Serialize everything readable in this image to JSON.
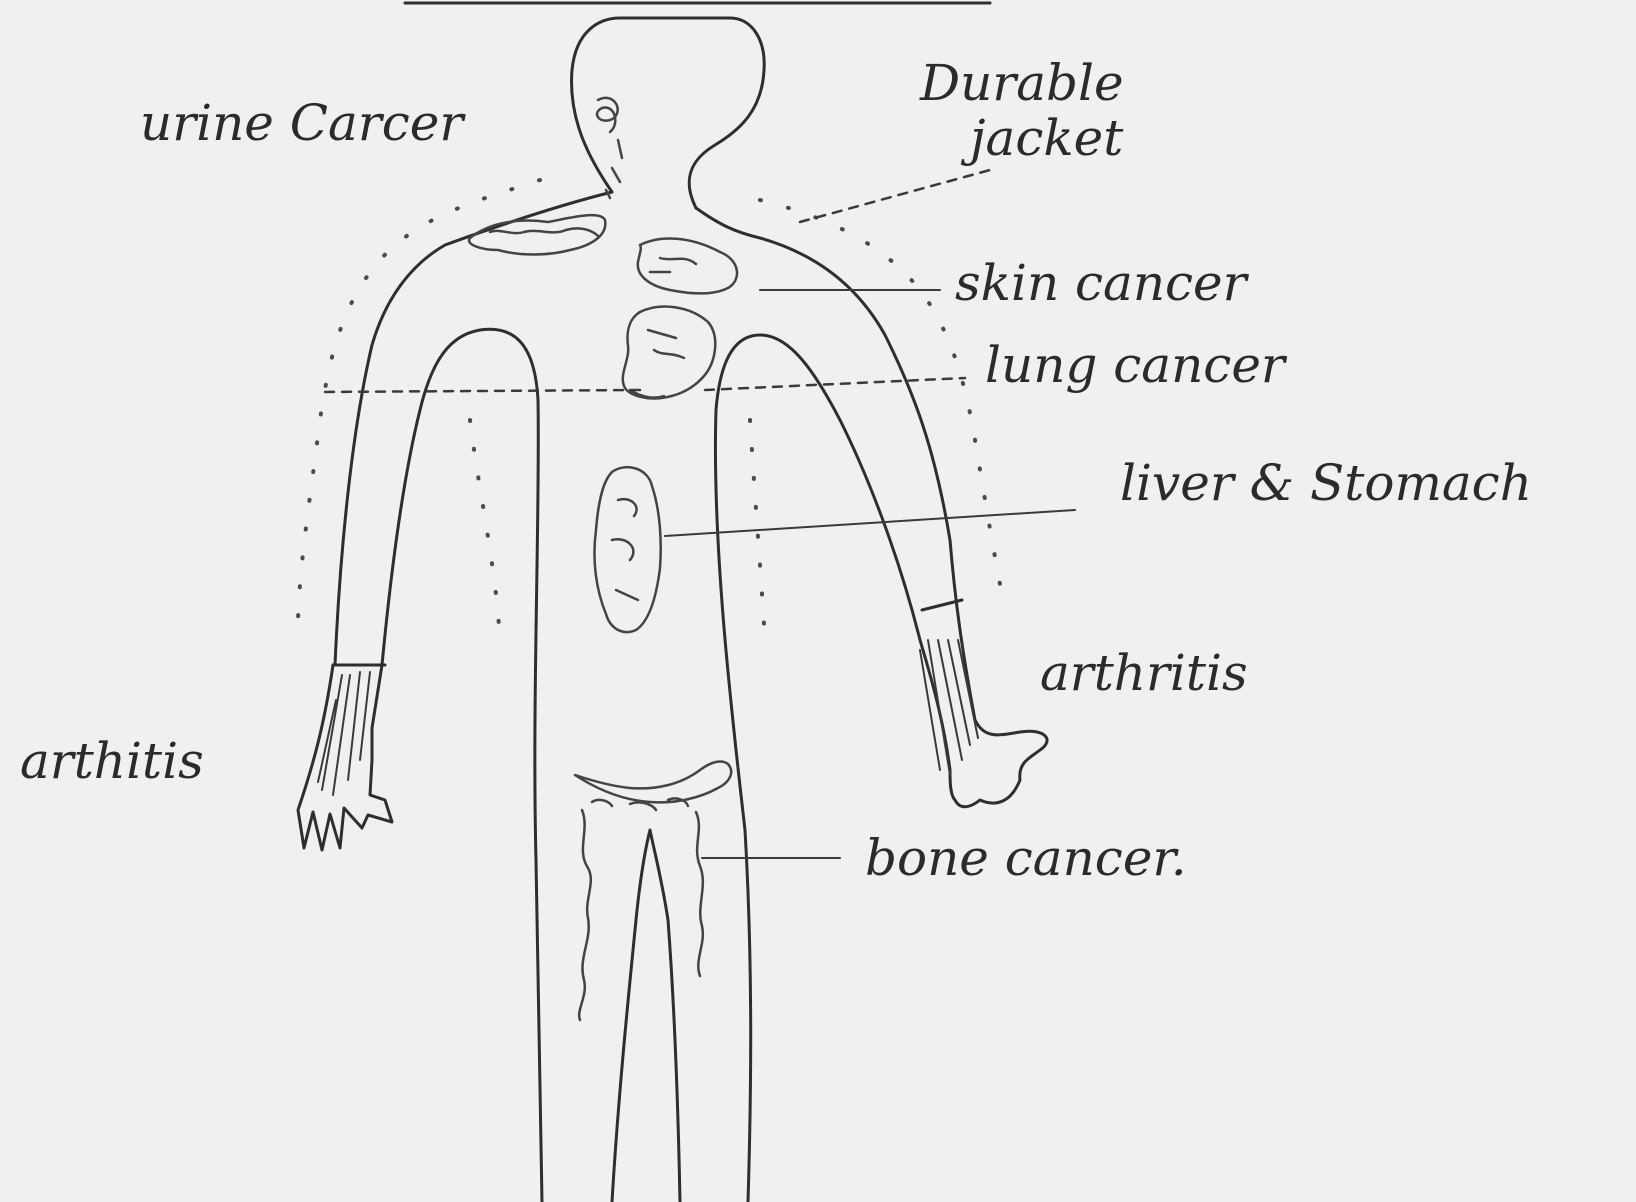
{
  "labels": {
    "urine_cancer": "urine Carcer",
    "jacket": "jacket",
    "jacket_prefix": "Durable",
    "skin_cancer": "skin cancer",
    "lung_cancer": "lung cancer",
    "liver": "liver & Stomach",
    "arthritis_right": "arthritis",
    "arthritis_left": "arthitis",
    "bone_cancer": "bone cancer."
  }
}
